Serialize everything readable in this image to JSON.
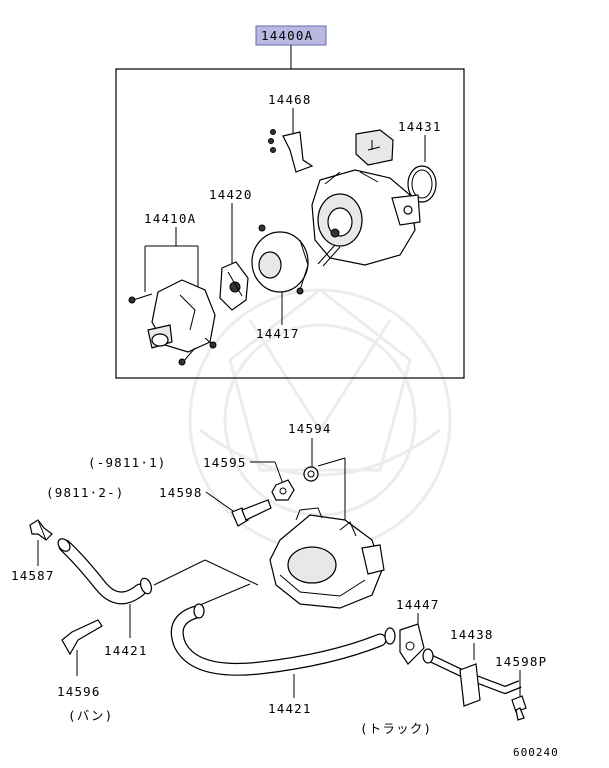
{
  "assembly": {
    "main_label": "14400A",
    "highlight_color": "#b8b8e0"
  },
  "upper_parts": {
    "bracket": "14468",
    "o_ring": "14431",
    "rotor": "14420",
    "cap": "14410A",
    "shield": "14417"
  },
  "lower_parts": {
    "washer": "14594",
    "nut_note": "(-9811·1)",
    "nut": "14595",
    "bolt_note": "(9811·2-)",
    "bolt": "14598",
    "fitting": "14587",
    "hose_left": "14421",
    "clip": "14596",
    "clip_note": "(バン)",
    "hose_bottom": "14421",
    "gasket": "14447",
    "pipe": "14438",
    "bolt_small": "14598P",
    "truck_note": "(トラック)"
  },
  "footer": {
    "diagram_code": "600240"
  }
}
